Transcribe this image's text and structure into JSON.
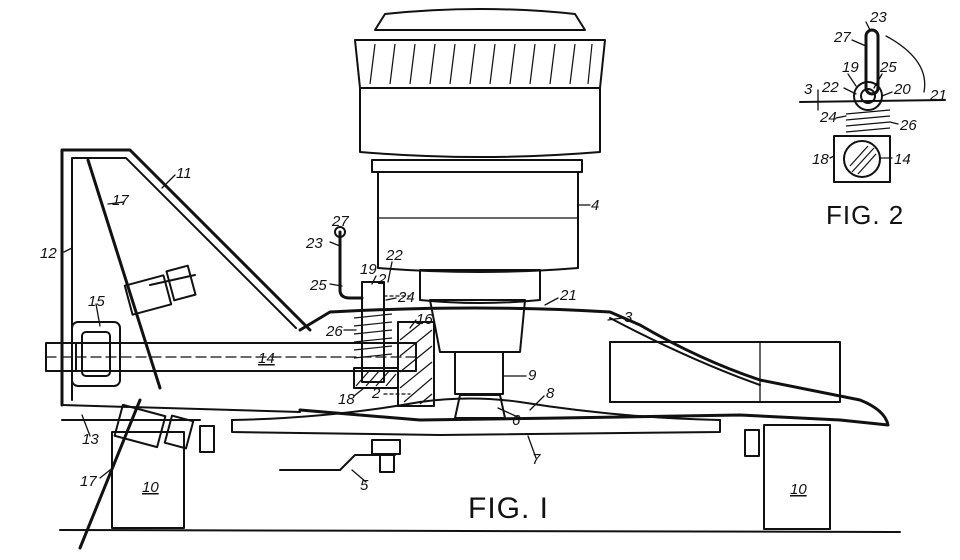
{
  "figures": {
    "fig1_caption": "FIG. I",
    "fig2_caption": "FIG. 2"
  },
  "fig1_labels": {
    "l4": "4",
    "l11": "11",
    "l12": "12",
    "l17a": "17",
    "l17b": "17",
    "l15": "15",
    "l14": "14",
    "l13": "13",
    "l10a": "10",
    "l10b": "10",
    "l5": "5",
    "l7": "7",
    "l6": "6",
    "l8": "8",
    "l9": "9",
    "l3": "3",
    "l21": "21",
    "l27": "27",
    "l23": "23",
    "l25": "25",
    "l19": "19",
    "l22": "22",
    "l24": "24",
    "l26": "26",
    "l16": "16",
    "l18": "18",
    "l2a": "2",
    "l2b": "2"
  },
  "fig2_labels": {
    "l23": "23",
    "l27": "27",
    "l19": "19",
    "l25": "25",
    "l22": "22",
    "l3": "3",
    "l20": "20",
    "l21": "21",
    "l24": "24",
    "l26": "26",
    "l18": "18",
    "l14": "14"
  }
}
